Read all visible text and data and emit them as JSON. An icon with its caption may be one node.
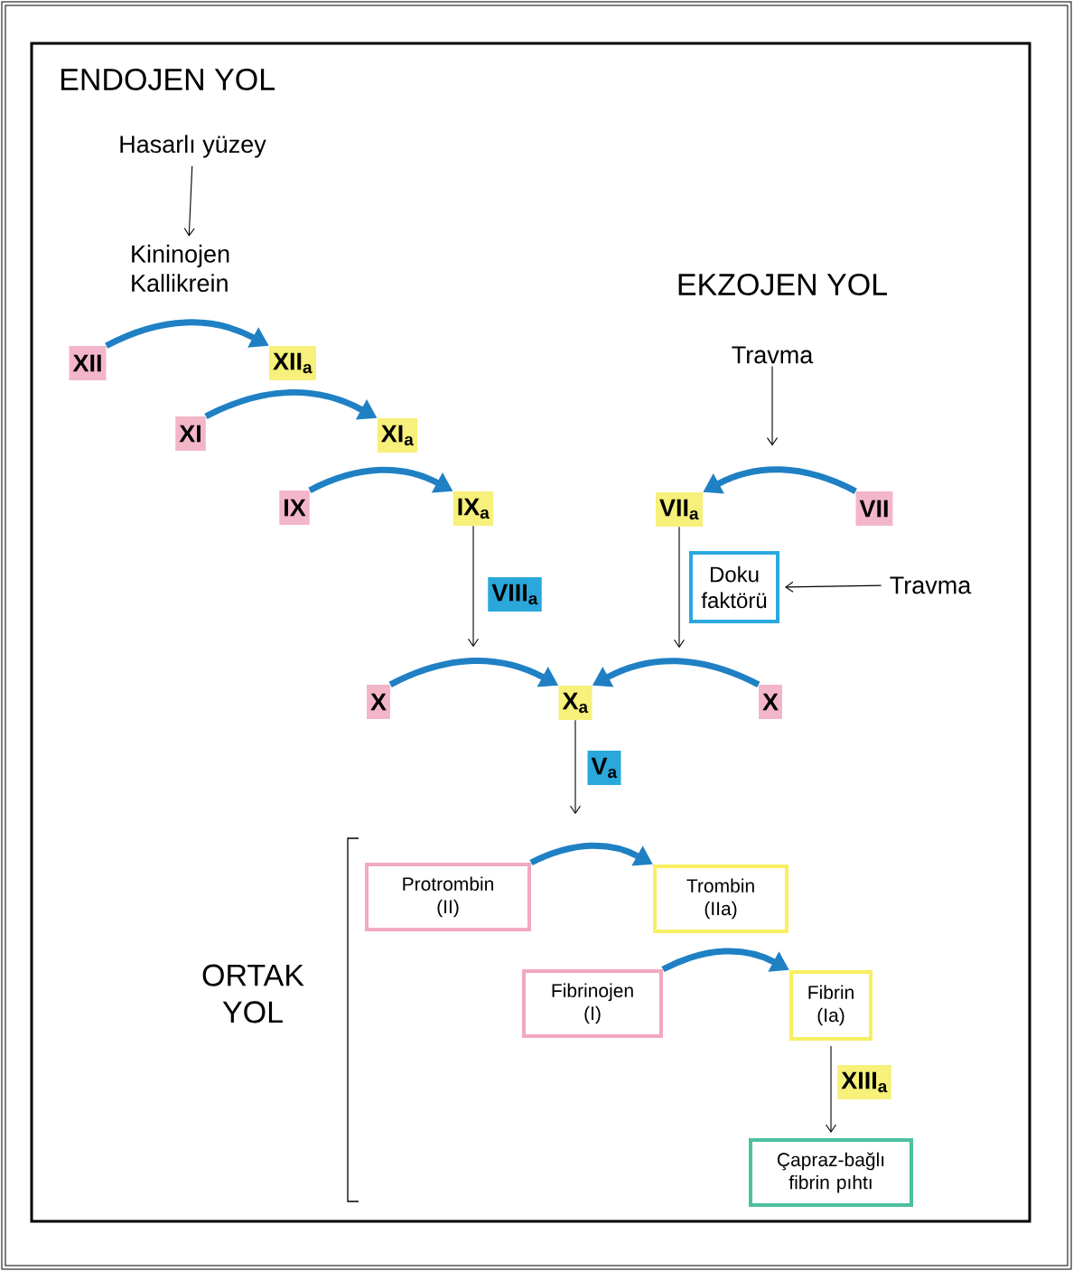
{
  "diagram": {
    "nodes": [
      {
        "text": [
          "Hasarlı yüzey"
        ]
      },
      {
        "text": [
          "Kininojen Kallikrein"
        ]
      },
      {
        "text": [
          "XII"
        ]
      },
      {
        "text": [
          "XII$_{a}$"
        ]
      },
      {
        "text": [
          "XI"
        ]
      },
      {
        "text": [
          "XI$_{a}$"
        ]
      },
      {
        "text": [
          "IX"
        ]
      },
      {
        "text": [
          "IX$_{a}$"
        ]
      },
      {
        "text": [
          "Travma"
        ]
      },
      {
        "text": [
          "VII$_{a}$"
        ]
      },
      {
        "text": [
          "VII"
        ]
      },
      {
        "text": [
          "Doku faktörü"
        ]
      },
      {
        "text": [
          "Travma"
        ]
      },
      {
        "text": [
          "VIII$_{a}$"
        ]
      },
      {
        "text": [
          "X"
        ]
      },
      {
        "text": [
          "X$_{a}$"
        ]
      },
      {
        "text": [
          "X"
        ]
      },
      {
        "text": [
          "V$_{a}$"
        ]
      },
      {
        "text": [
          "Protrombin (II)"
        ]
      },
      {
        "text": [
          "Trombin (IIa)"
        ]
      },
      {
        "text": [
          "Fibrinojen (I)"
        ]
      },
      {
        "text": [
          "Fibrin (Ia)"
        ]
      },
      {
        "text": [
          "XIII$_{a}$"
        ]
      },
      {
        "text": [
          "Çapraz-bağlı fibrin pıhtı"
        ]
      }
    ],
    "edges": [
      {
        "from": 0,
        "to": 1,
        "arrow": "to",
        "color": "#000000"
      },
      {
        "from": 2,
        "to": 3,
        "arrow": "to"
      },
      {
        "from": 4,
        "to": 5,
        "arrow": "to"
      },
      {
        "from": 6,
        "to": 7,
        "arrow": "to"
      },
      {
        "from": 8,
        "to": null,
        "arrow": "to",
        "color": "#000000"
      },
      {
        "from": 10,
        "to": 9,
        "arrow": "to"
      },
      {
        "from": 12,
        "to": 11,
        "arrow": "to",
        "color": "#000000"
      },
      {
        "from": 7,
        "to": null,
        "arrow": "to",
        "color": "#000000"
      },
      {
        "from": 9,
        "to": null,
        "arrow": "to",
        "color": "#000000"
      },
      {
        "from": 14,
        "to": 15,
        "arrow": "to"
      },
      {
        "from": 16,
        "to": 15,
        "arrow": "to"
      },
      {
        "from": 15,
        "to": null,
        "arrow": "to",
        "color": "#000000"
      },
      {
        "from": 18,
        "to": 19,
        "arrow": "to"
      },
      {
        "from": 20,
        "to": 21,
        "arrow": "to"
      },
      {
        "from": 21,
        "to": 23,
        "arrow": "to",
        "color": "#000000"
      }
    ],
    "labels": [
      "ENDOJEN YOL",
      "EKZOJEN YOL",
      "ORTAK YOL"
    ]
  }
}
